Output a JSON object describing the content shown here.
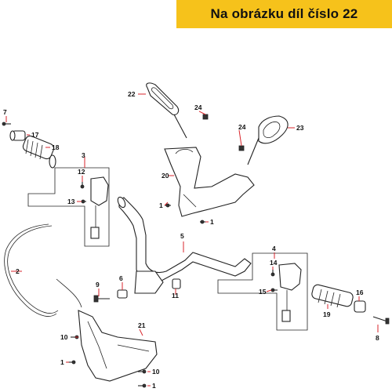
{
  "banner": {
    "text": "Na obrázku díl číslo 22"
  },
  "colors": {
    "banner_bg": "#f6c21b",
    "leader": "#d9262c",
    "text": "#111111"
  },
  "callouts": [
    "7",
    "17",
    "18",
    "3",
    "12",
    "13",
    "2",
    "22",
    "24",
    "20",
    "1",
    "5",
    "6",
    "9",
    "11",
    "10",
    "21",
    "1",
    "10",
    "1",
    "24",
    "23",
    "1",
    "4",
    "14",
    "15",
    "19",
    "16",
    "8"
  ]
}
